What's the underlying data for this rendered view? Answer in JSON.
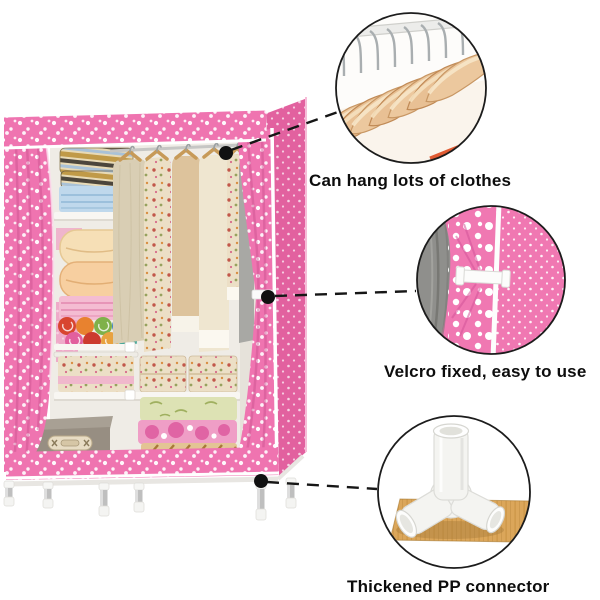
{
  "image": {
    "kind": "annotated product photo",
    "background": "#ffffff",
    "subject": "pink polka-dot fabric portable wardrobe with open curtains showing shelves, hanging clothes, pillows, towels, folded quilts and a storage box on metal legs"
  },
  "callouts": [
    {
      "id": "hangers",
      "label": "Can hang lots of clothes",
      "detail": "row of wooden clothes hangers on a rail"
    },
    {
      "id": "velcro",
      "label": "Velcro fixed, easy to use",
      "detail": "white velcro strap holding the pink polka-dot curtain"
    },
    {
      "id": "connector",
      "label": "Thickened PP connector",
      "detail": "white 3-way plastic tube connector on a wooden board"
    }
  ],
  "colors": {
    "fabric_pink": "#f078b2",
    "fabric_pink_dark": "#e2619f",
    "text": "#0d0d0d",
    "hanger_wood": "#ecc89e",
    "connector_white": "#f4f4f1",
    "leader_line": "#161616"
  }
}
